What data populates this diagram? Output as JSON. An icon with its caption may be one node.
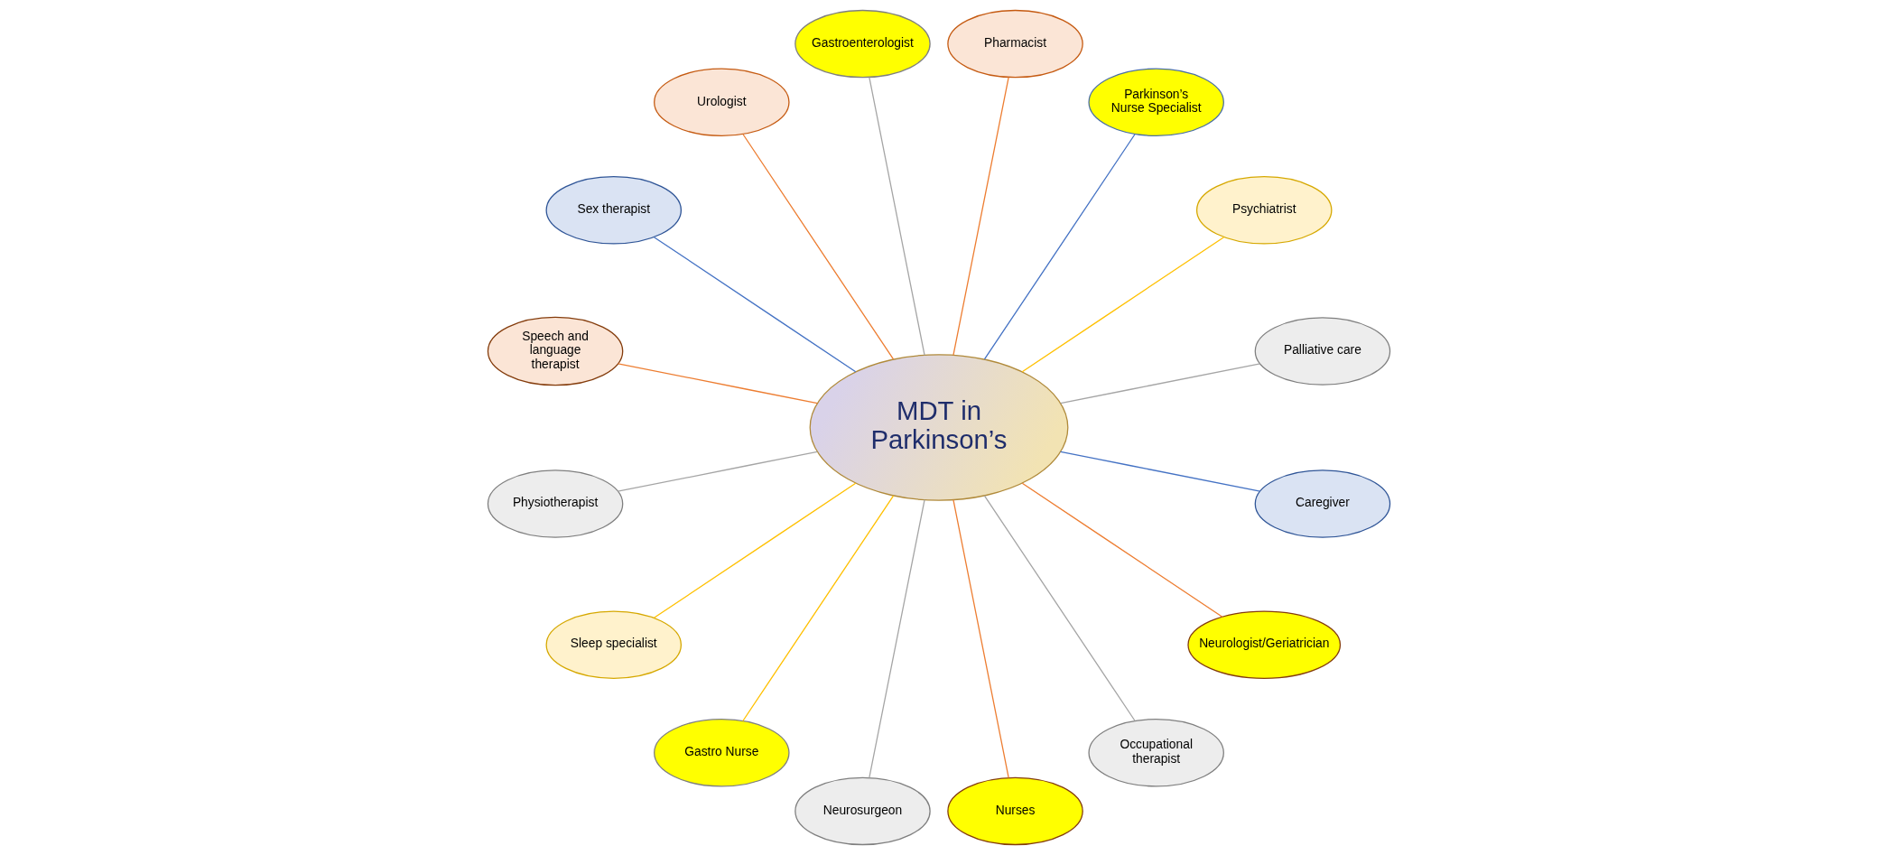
{
  "diagram": {
    "nodes": [
      {
        "text": [
          "MDT in Parkinson’s"
        ]
      },
      {
        "text": [
          "Palliative care"
        ]
      },
      {
        "text": [
          "Psychiatrist"
        ]
      },
      {
        "text": [
          "Parkinson’s Nurse Specialist"
        ]
      },
      {
        "text": [
          "Pharmacist"
        ]
      },
      {
        "text": [
          "Gastroenterologist"
        ]
      },
      {
        "text": [
          "Urologist"
        ]
      },
      {
        "text": [
          "Sex therapist"
        ]
      },
      {
        "text": [
          "Speech and language therapist"
        ]
      },
      {
        "text": [
          "Physiotherapist"
        ]
      },
      {
        "text": [
          "Sleep specialist"
        ]
      },
      {
        "text": [
          "Gastro Nurse"
        ]
      },
      {
        "text": [
          "Neurosurgeon"
        ]
      },
      {
        "text": [
          "Nurses"
        ]
      },
      {
        "text": [
          "Occupational therapist"
        ]
      },
      {
        "text": [
          "Neurologist/Geriatrician"
        ]
      },
      {
        "text": [
          "Caregiver"
        ]
      }
    ],
    "edges": [
      {
        "from": 0,
        "to": 1,
        "arrow": "none",
        "color": "#a5a5a5"
      },
      {
        "from": 0,
        "to": 2,
        "arrow": "none",
        "color": "#ffc000"
      },
      {
        "from": 0,
        "to": 3,
        "arrow": "none",
        "color": "#4472c4"
      },
      {
        "from": 0,
        "to": 4,
        "arrow": "none",
        "color": "#ed7d31"
      },
      {
        "from": 0,
        "to": 5,
        "arrow": "none",
        "color": "#a5a5a5"
      },
      {
        "from": 0,
        "to": 6,
        "arrow": "none",
        "color": "#ed7d31"
      },
      {
        "from": 0,
        "to": 7,
        "arrow": "none",
        "color": "#4472c4"
      },
      {
        "from": 0,
        "to": 8,
        "arrow": "none",
        "color": "#ed7d31"
      },
      {
        "from": 0,
        "to": 9,
        "arrow": "none",
        "color": "#a5a5a5"
      },
      {
        "from": 0,
        "to": 10,
        "arrow": "none",
        "color": "#ffc000"
      },
      {
        "from": 0,
        "to": 11,
        "arrow": "none",
        "color": "#ffc000"
      },
      {
        "from": 0,
        "to": 12,
        "arrow": "none",
        "color": "#a5a5a5"
      },
      {
        "from": 0,
        "to": 13,
        "arrow": "none",
        "color": "#ed7d31"
      },
      {
        "from": 0,
        "to": 14,
        "arrow": "none",
        "color": "#a5a5a5"
      },
      {
        "from": 0,
        "to": 15,
        "arrow": "none",
        "color": "#ed7d31"
      },
      {
        "from": 0,
        "to": 16,
        "arrow": "none",
        "color": "#4472c4"
      }
    ]
  }
}
